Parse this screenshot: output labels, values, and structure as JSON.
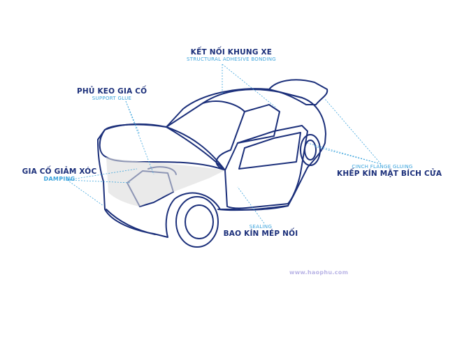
{
  "callouts": {
    "top": {
      "vi": "KẾT NỐI KHUNG XE",
      "en": "STRUCTURAL ADHESIVE BONDING"
    },
    "hood": {
      "vi": "PHỦ KEO GIA CỐ",
      "en": "SUPPORT GLUE"
    },
    "damping": {
      "vi": "GIA CỐ GIẢM XÓC",
      "en": "DAMPING"
    },
    "flange": {
      "en": "CINCH FLANGE GLUING",
      "vi": "KHẾP KÍN MẶT BÍCH CỬA"
    },
    "sealing": {
      "en": "SEALING",
      "vi": "BAO KÍN MÉP NỐI"
    }
  },
  "watermark": "www.haophu.com",
  "colors": {
    "outline": "#1b2f7a",
    "accent": "#3aa3dc",
    "shade": "#dcdcdc",
    "watermark": "#b9b4e6"
  }
}
